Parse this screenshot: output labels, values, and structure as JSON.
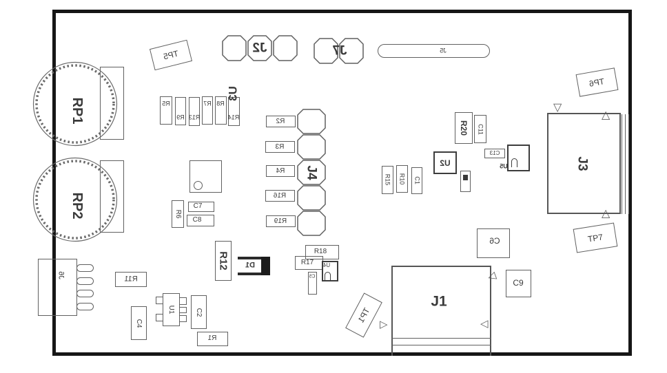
{
  "c": {
    "tp5": "TP5",
    "j2": "J2",
    "j7": "J7",
    "j5": "J5",
    "tp6": "TP6",
    "rp1": "RP1",
    "rp2": "RP2",
    "r5": "R5",
    "r9": "R9",
    "r13": "R13",
    "r7": "R7",
    "r8": "R8",
    "r14": "R14",
    "u3": "U3",
    "r2": "R2",
    "r3": "R3",
    "r4": "R4",
    "r16": "R16",
    "r19": "R19",
    "j4": "J4",
    "r6": "R6",
    "c7": "C7",
    "c8": "C8",
    "r20": "R20",
    "c11": "C11",
    "u2": "U2",
    "r15": "R15",
    "r10": "R10",
    "c1": "C1",
    "c13": "C13",
    "u5": "U5",
    "r18": "R18",
    "r17": "R17",
    "c5": "C5",
    "u4": "U4",
    "d1": "D1",
    "r12": "R12",
    "j6": "J6",
    "r11": "R11",
    "c4": "C4",
    "u1": "U1",
    "c2": "C2",
    "r1": "R1",
    "tp1": "TP1",
    "j1": "J1",
    "c6": "C6",
    "c9": "C9",
    "j3": "J3",
    "tp7": "TP7"
  },
  "colors": {
    "board_outline": "#161616",
    "silkscreen": "#5f5f5f",
    "label_ink": "#3a3a3a",
    "dark_fill": "#1c1c1c"
  }
}
